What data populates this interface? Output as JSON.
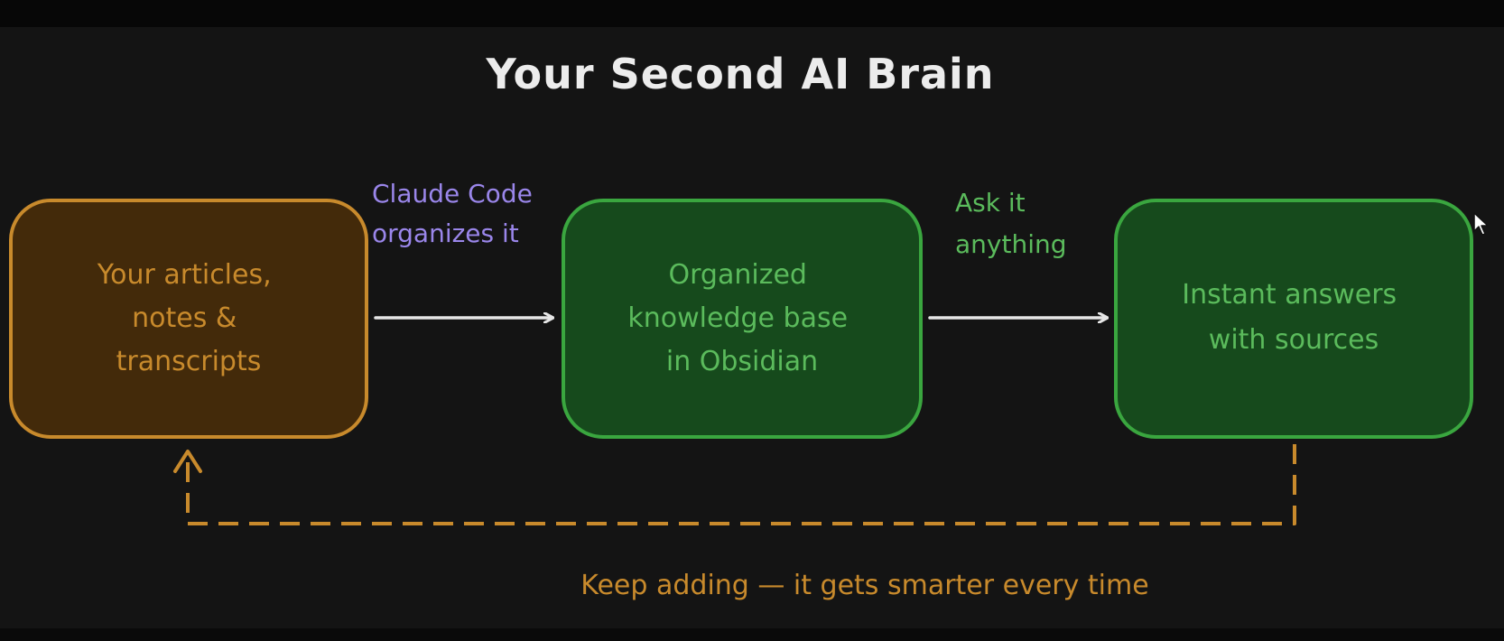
{
  "title": "Your Second AI Brain",
  "colors": {
    "background": "#141414",
    "title": "#ececec",
    "orange_stroke": "#c88a2c",
    "orange_fill": "#432a0a",
    "orange_text": "#c88a2c",
    "green_stroke": "#3aa63f",
    "green_fill": "#164a1c",
    "green_text": "#5bbb5c",
    "arrow": "#e6e6e6",
    "purple_text": "#9a86ea",
    "dashed_arrow": "#c88a2c"
  },
  "nodes": {
    "sources": {
      "lines": [
        "Your articles,",
        "notes &",
        "transcripts"
      ]
    },
    "knowledge_base": {
      "lines": [
        "Organized",
        "knowledge base",
        "in Obsidian"
      ]
    },
    "answers": {
      "lines": [
        "Instant answers",
        "with sources"
      ]
    }
  },
  "edges": {
    "organize": {
      "lines": [
        "Claude Code",
        "organizes it"
      ]
    },
    "ask": {
      "lines": [
        "Ask it",
        "anything"
      ]
    },
    "feedback": {
      "label": "Keep adding — it gets smarter every time"
    }
  },
  "cursor_icon": "mouse-pointer-icon"
}
